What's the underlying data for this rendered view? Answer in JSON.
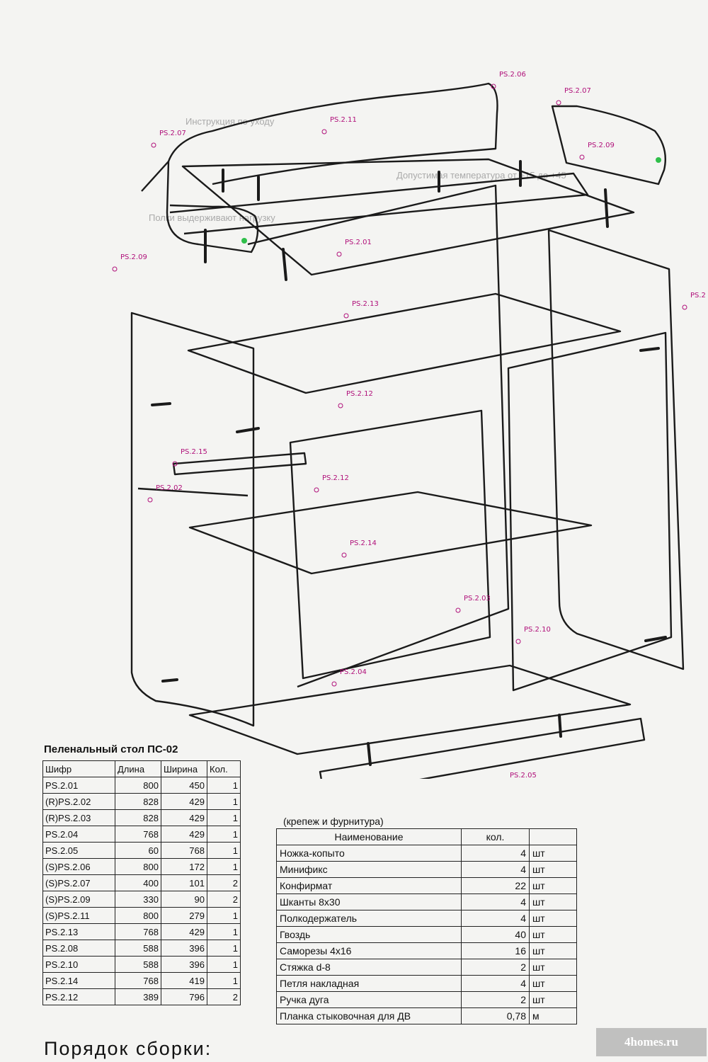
{
  "drawing": {
    "labels": [
      "PS.2.06",
      "PS.2.07",
      "PS.2.07",
      "PS.2.11",
      "PS.2.09",
      "PS.2.09",
      "PS.2.01",
      "PS.2.13",
      "PS.2.12",
      "PS.2.15",
      "PS.2.02",
      "PS.2.12",
      "PS.2.14",
      "PS.2.03",
      "PS.2.10",
      "PS.2.04",
      "PS.2.05",
      "PS.2"
    ],
    "background_text": [
      "Инструкция по уходу",
      "Полки выдерживают нагрузку",
      "Допустимая температура от +15 до +45"
    ]
  },
  "parts_table": {
    "title": "Пеленальный стол ПС-02",
    "headers": [
      "Шифр",
      "Длина",
      "Ширина",
      "Кол."
    ],
    "rows": [
      [
        "PS.2.01",
        "800",
        "450",
        "1"
      ],
      [
        "(R)PS.2.02",
        "828",
        "429",
        "1"
      ],
      [
        "(R)PS.2.03",
        "828",
        "429",
        "1"
      ],
      [
        "PS.2.04",
        "768",
        "429",
        "1"
      ],
      [
        "PS.2.05",
        "60",
        "768",
        "1"
      ],
      [
        "(S)PS.2.06",
        "800",
        "172",
        "1"
      ],
      [
        "(S)PS.2.07",
        "400",
        "101",
        "2"
      ],
      [
        "(S)PS.2.09",
        "330",
        "90",
        "2"
      ],
      [
        "(S)PS.2.11",
        "800",
        "279",
        "1"
      ],
      [
        "PS.2.13",
        "768",
        "429",
        "1"
      ],
      [
        "PS.2.08",
        "588",
        "396",
        "1"
      ],
      [
        "PS.2.10",
        "588",
        "396",
        "1"
      ],
      [
        "PS.2.14",
        "768",
        "419",
        "1"
      ],
      [
        "PS.2.12",
        "389",
        "796",
        "2"
      ]
    ]
  },
  "hardware_table": {
    "title": "(крепеж и фурнитура)",
    "headers": [
      "Наименование",
      "кол.",
      ""
    ],
    "rows": [
      [
        "Ножка-копыто",
        "4",
        "шт"
      ],
      [
        "Минификс",
        "4",
        "шт"
      ],
      [
        "Конфирмат",
        "22",
        "шт"
      ],
      [
        "Шканты 8х30",
        "4",
        "шт"
      ],
      [
        "Полкодержатель",
        "4",
        "шт"
      ],
      [
        "Гвоздь",
        "40",
        "шт"
      ],
      [
        "Саморезы 4х16",
        "16",
        "шт"
      ],
      [
        "Стяжка d-8",
        "2",
        "шт"
      ],
      [
        "Петля накладная",
        "4",
        "шт"
      ],
      [
        "Ручка дуга",
        "2",
        "шт"
      ],
      [
        "Планка стыковочная для ДВ",
        "0,78",
        "м"
      ]
    ]
  },
  "footer": {
    "order_title": "Порядок сборки:"
  },
  "watermark": {
    "text": "4homes.ru"
  },
  "colors": {
    "label": "#b0107a",
    "line": "#1a1a1a",
    "accent": "#2fbf4a"
  }
}
